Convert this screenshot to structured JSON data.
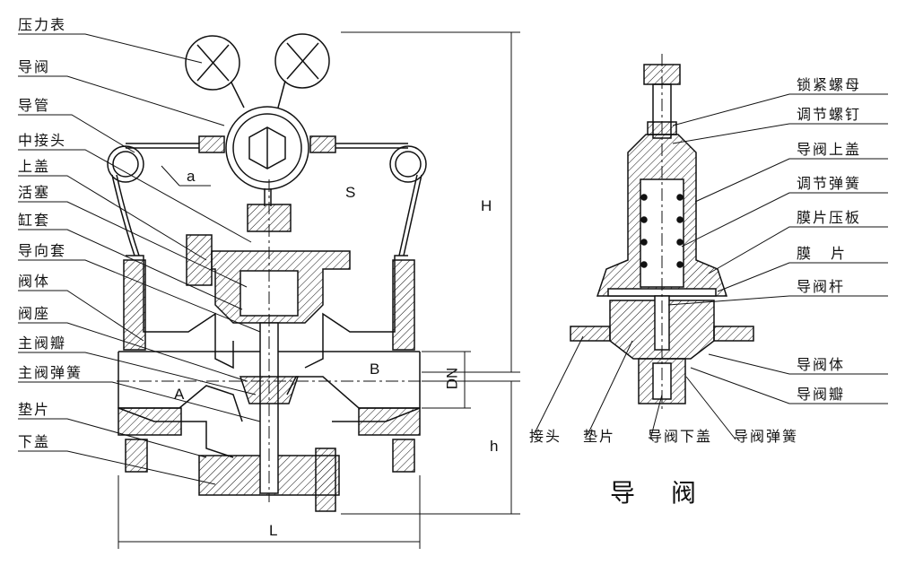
{
  "main_valve": {
    "labels": [
      "压力表",
      "导阀",
      "导管",
      "中接头",
      "上盖",
      "活塞",
      "缸套",
      "导向套",
      "阀体",
      "阀座",
      "主阀瓣",
      "主阀弹簧",
      "垫片",
      "下盖"
    ],
    "dimensions": {
      "H": "H",
      "h": "h",
      "L": "L",
      "DN": "DN",
      "S": "S",
      "a": "a",
      "A": "A",
      "B": "B"
    }
  },
  "pilot_valve": {
    "title": "导阀",
    "right_labels": [
      "锁紧螺母",
      "调节螺钉",
      "导阀上盖",
      "调节弹簧",
      "膜片压板",
      "膜片",
      "导阀杆",
      "导阀体",
      "导阀瓣"
    ],
    "bottom_labels": [
      "接头",
      "垫片",
      "导阀下盖",
      "导阀弹簧"
    ]
  }
}
